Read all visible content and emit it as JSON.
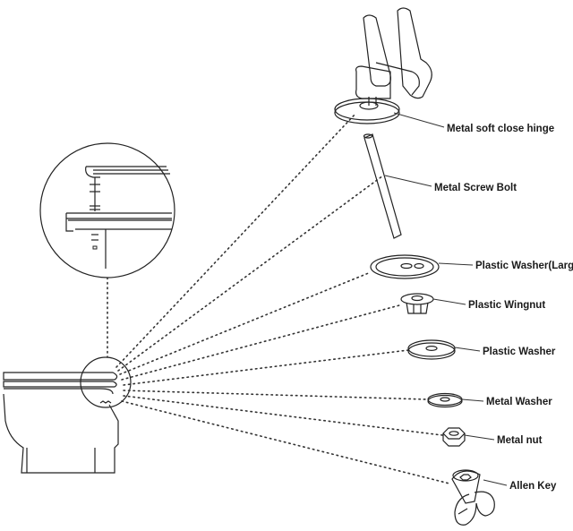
{
  "parts": [
    {
      "id": "hinge",
      "label": "Metal soft close hinge"
    },
    {
      "id": "bolt",
      "label": "Metal Screw Bolt"
    },
    {
      "id": "washer-large",
      "label": "Plastic Washer(Large)"
    },
    {
      "id": "wingnut",
      "label": "Plastic Wingnut"
    },
    {
      "id": "plastic-washer",
      "label": "Plastic Washer"
    },
    {
      "id": "metal-washer",
      "label": "Metal Washer"
    },
    {
      "id": "metal-nut",
      "label": "Metal nut"
    },
    {
      "id": "allen-key",
      "label": "Allen Key"
    }
  ],
  "colors": {
    "line": "#222222",
    "background": "#ffffff"
  }
}
